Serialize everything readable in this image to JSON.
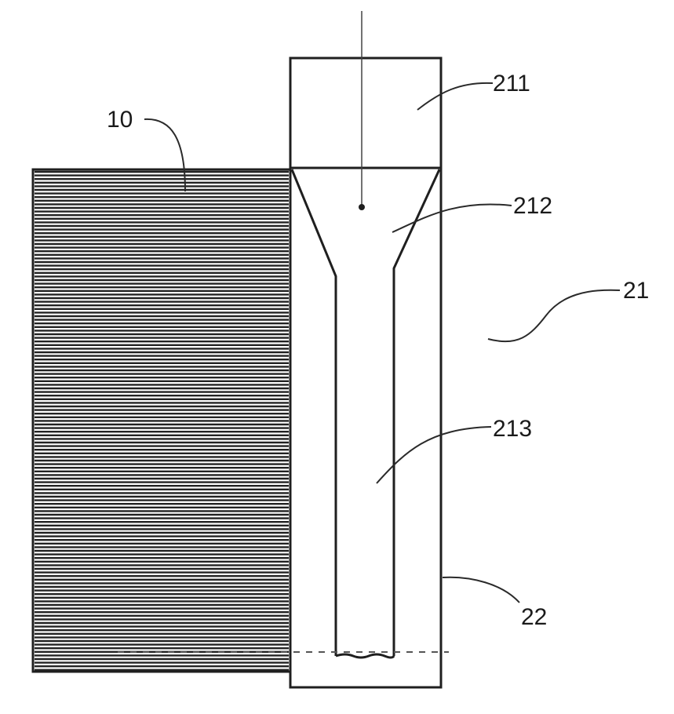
{
  "figure": {
    "background": "#ffffff",
    "line_color": "#1f1f1f",
    "hatch_color": "#222222",
    "labels": {
      "plate_stack": "10",
      "upper_chamber": "211",
      "tapered_section": "212",
      "device": "21",
      "channel": "213",
      "housing_wall": "22"
    }
  }
}
